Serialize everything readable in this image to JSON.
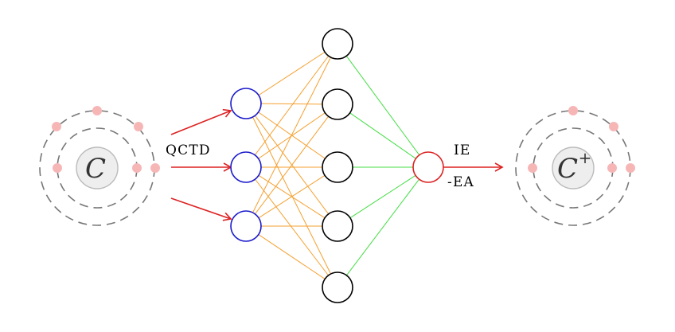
{
  "atom_left": {
    "symbol": "C"
  },
  "atom_right": {
    "symbol": "C",
    "charge": "+"
  },
  "input_label": "QCTD",
  "output_labels": {
    "top": "IE",
    "bottom": "-EA"
  },
  "network": {
    "input_nodes": 3,
    "hidden_nodes": 5,
    "output_nodes": 1
  },
  "colors": {
    "input_node": "#1a1acc",
    "hidden_node": "#000000",
    "output_node": "#dd2222",
    "input_hidden_edge": "#f5a030",
    "hidden_output_edge": "#44dd44",
    "arrow": "#dd2222",
    "electron": "#f7b6b6",
    "shell": "#777777",
    "nucleus_fill": "#eeeeee",
    "nucleus_stroke": "#bbbbbb"
  }
}
